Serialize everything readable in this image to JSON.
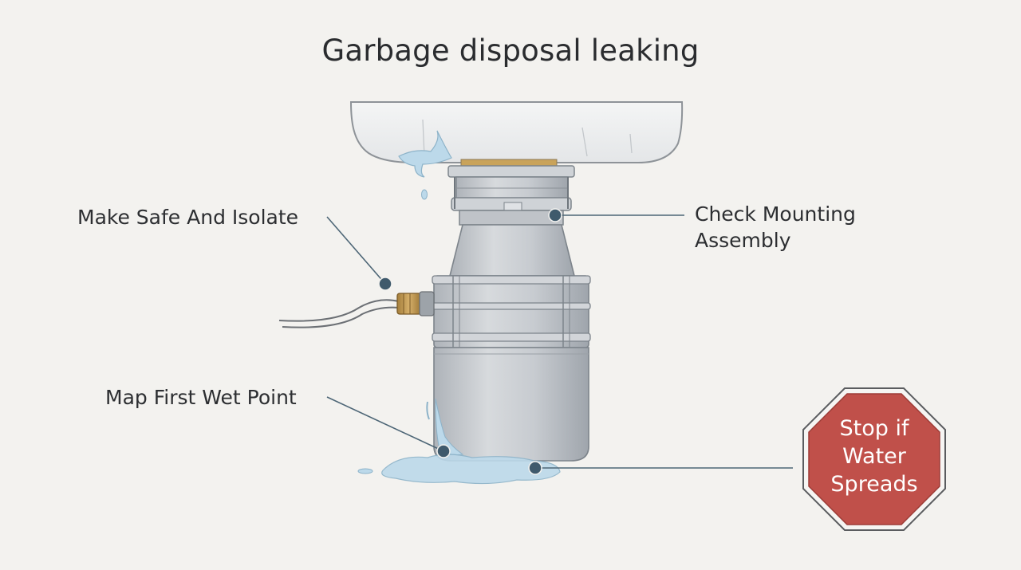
{
  "title": "Garbage disposal leaking",
  "callouts": {
    "make_safe": "Make Safe And Isolate",
    "mounting_line1": "Check Mounting",
    "mounting_line2": "Assembly",
    "wet_point": "Map First Wet Point"
  },
  "stop_sign": {
    "line1": "Stop if",
    "line2": "Water",
    "line3": "Spreads",
    "color": "#c0504a"
  },
  "colors": {
    "background": "#f3f2ef",
    "leader_line": "#4d6676",
    "marker": "#3f5a6c",
    "water": "#bcd9ea",
    "unit_body": "#c9cdd2",
    "cord_fitting": "#c9a35a"
  }
}
